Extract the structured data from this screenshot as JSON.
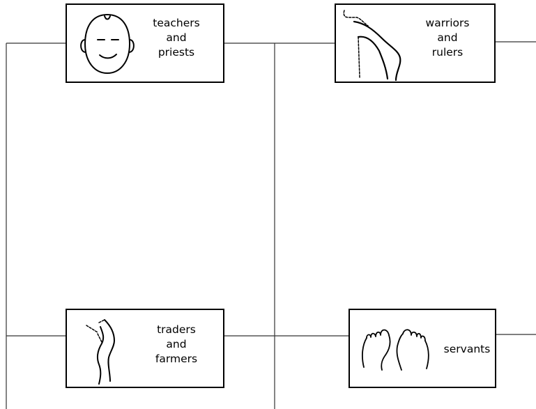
{
  "boxes": [
    {
      "id": "teachers",
      "lines": [
        "teachers",
        "and",
        "priests"
      ],
      "icon": "face-icon"
    },
    {
      "id": "warriors",
      "lines": [
        "warriors",
        "and",
        "rulers"
      ],
      "icon": "arms-icon"
    },
    {
      "id": "traders",
      "lines": [
        "traders",
        "and",
        "farmers"
      ],
      "icon": "legs-icon"
    },
    {
      "id": "servants",
      "lines": [
        "servants"
      ],
      "icon": "feet-icon"
    }
  ]
}
